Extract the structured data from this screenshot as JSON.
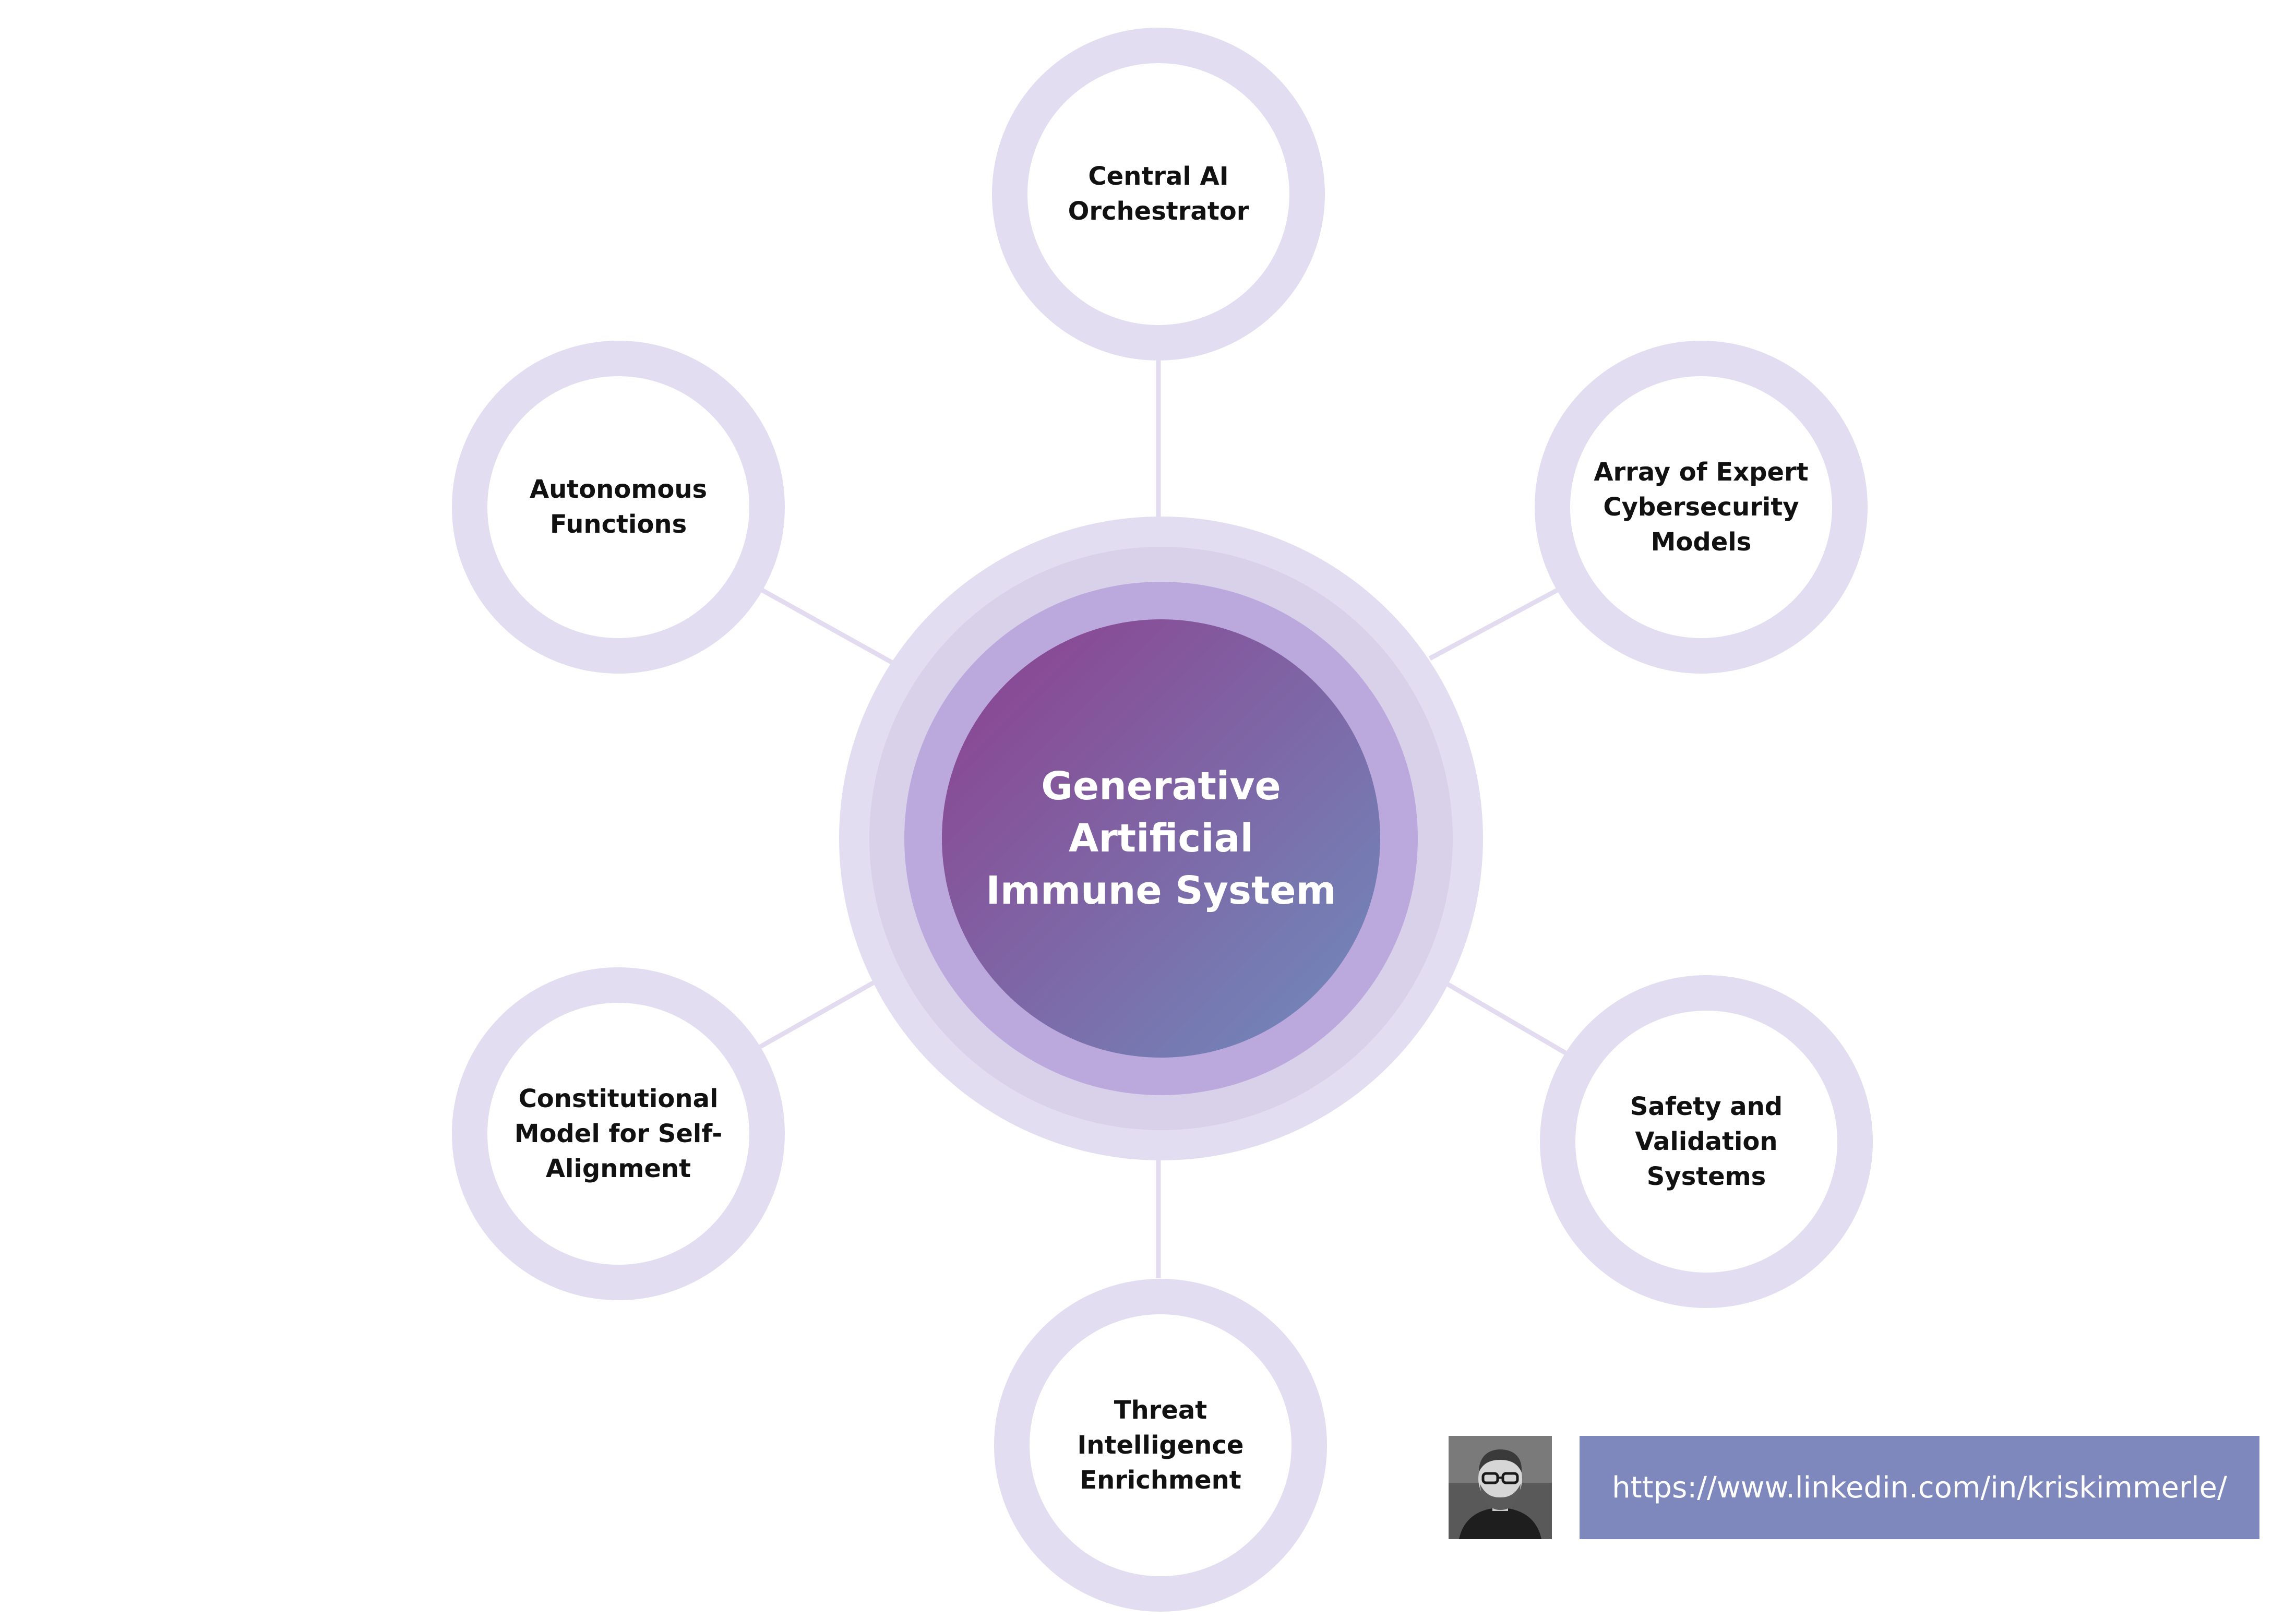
{
  "center": {
    "title": "Generative Artificial\nImmune System",
    "gradient_start": "#8d3f8e",
    "gradient_end": "#6f8dbd",
    "ring_colors": [
      "#e3ddf2",
      "#d9d0ea",
      "#bba9dd"
    ]
  },
  "nodes": [
    {
      "label": "Central AI\nOrchestrator"
    },
    {
      "label": "Array of Expert\nCybersecurity\nModels"
    },
    {
      "label": "Safety and\nValidation\nSystems"
    },
    {
      "label": "Threat\nIntelligence\nEnrichment"
    },
    {
      "label": "Constitutional\nModel for Self-\nAlignment"
    },
    {
      "label": "Autonomous\nFunctions"
    }
  ],
  "footer": {
    "avatar_icon": "person-portrait-icon",
    "profile_url": "https://www.linkedin.com/in/kriskimmerle/",
    "link_box_color": "#7e88bd"
  }
}
